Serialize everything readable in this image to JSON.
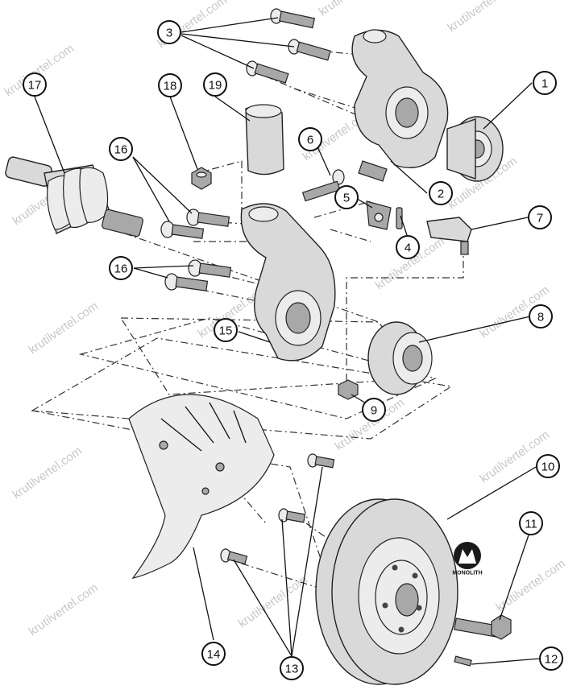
{
  "watermark": "krutilvertel.com",
  "logo_text": "MONOLITH",
  "callouts": [
    {
      "id": "1",
      "label": "1"
    },
    {
      "id": "2",
      "label": "2"
    },
    {
      "id": "3",
      "label": "3"
    },
    {
      "id": "4",
      "label": "4"
    },
    {
      "id": "5",
      "label": "5"
    },
    {
      "id": "6",
      "label": "6"
    },
    {
      "id": "7",
      "label": "7"
    },
    {
      "id": "8",
      "label": "8"
    },
    {
      "id": "9",
      "label": "9"
    },
    {
      "id": "10",
      "label": "10"
    },
    {
      "id": "11",
      "label": "11"
    },
    {
      "id": "12",
      "label": "12"
    },
    {
      "id": "13",
      "label": "13"
    },
    {
      "id": "14",
      "label": "14"
    },
    {
      "id": "15",
      "label": "15"
    },
    {
      "id": "16a",
      "label": "16"
    },
    {
      "id": "16b",
      "label": "16"
    },
    {
      "id": "17",
      "label": "17"
    },
    {
      "id": "18",
      "label": "18"
    },
    {
      "id": "19",
      "label": "19"
    }
  ]
}
